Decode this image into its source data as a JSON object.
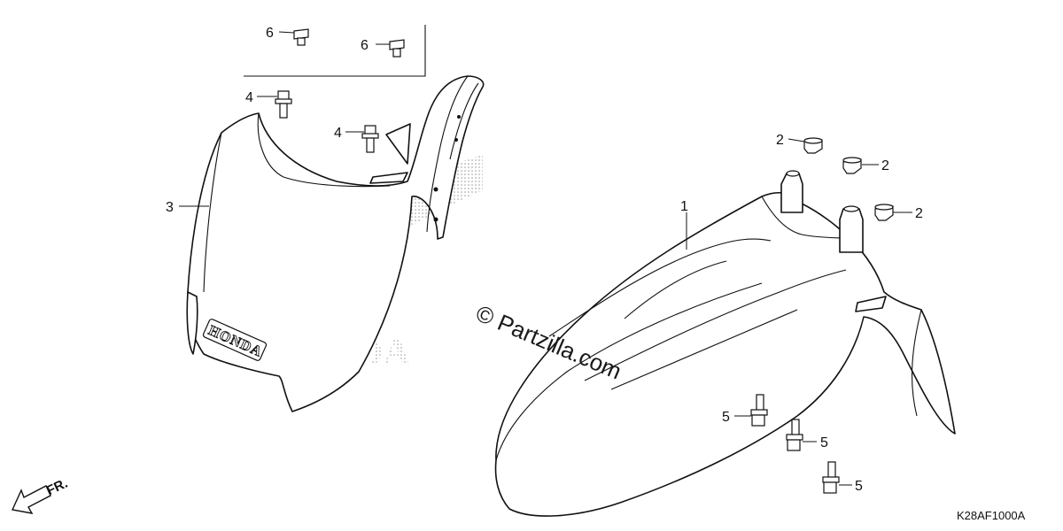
{
  "callouts": {
    "p1": "1",
    "p2a": "2",
    "p2b": "2",
    "p2c": "2",
    "p3": "3",
    "p4a": "4",
    "p4b": "4",
    "p5a": "5",
    "p5b": "5",
    "p5c": "5",
    "p6a": "6",
    "p6b": "6"
  },
  "watermark": "© Partzilla.com",
  "brand_text": "HONDA",
  "background_brand": "HONDA",
  "diagram_code": "K28AF1000A",
  "front_marker": "FR."
}
